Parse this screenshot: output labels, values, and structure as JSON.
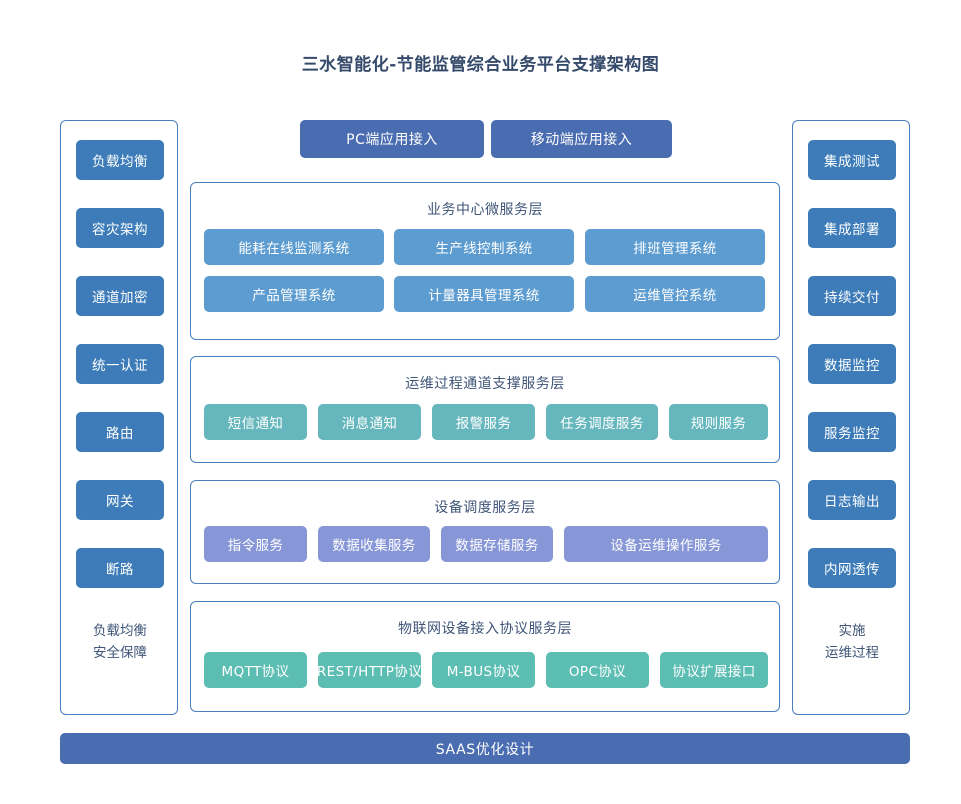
{
  "title": "三水智能化-节能监管综合业务平台支撑架构图",
  "colors": {
    "title_text": "#354a6b",
    "panel_border": "#4a7fc0",
    "rail_chip": "#3d7cb8",
    "access_button": "#4a6cb0",
    "business_chip": "#5d9cd0",
    "ops_chip": "#65b7bd",
    "device_chip": "#8796d6",
    "iot_chip": "#5cbdb3",
    "saas_bar": "#4a6cb0"
  },
  "access": {
    "pc": "PC端应用接入",
    "mobile": "移动端应用接入"
  },
  "left_rail": {
    "chips": [
      {
        "label": "负载均衡"
      },
      {
        "label": "容灾架构"
      },
      {
        "label": "通道加密"
      },
      {
        "label": "统一认证"
      },
      {
        "label": "路由"
      },
      {
        "label": "网关"
      },
      {
        "label": "断路"
      }
    ],
    "footer": [
      "负载均衡",
      "安全保障"
    ]
  },
  "right_rail": {
    "chips": [
      {
        "label": "集成测试"
      },
      {
        "label": "集成部署"
      },
      {
        "label": "持续交付"
      },
      {
        "label": "数据监控"
      },
      {
        "label": "服务监控"
      },
      {
        "label": "日志输出"
      },
      {
        "label": "内网透传"
      }
    ],
    "footer": [
      "实施",
      "运维过程"
    ]
  },
  "layers": {
    "business": {
      "title": "业务中心微服务层",
      "row1": [
        {
          "label": "能耗在线监测系统"
        },
        {
          "label": "生产线控制系统"
        },
        {
          "label": "排班管理系统"
        }
      ],
      "row2": [
        {
          "label": "产品管理系统"
        },
        {
          "label": "计量器具管理系统"
        },
        {
          "label": "运维管控系统"
        }
      ]
    },
    "ops": {
      "title": "运维过程通道支撑服务层",
      "chips": [
        {
          "label": "短信通知"
        },
        {
          "label": "消息通知"
        },
        {
          "label": "报警服务"
        },
        {
          "label": "任务调度服务"
        },
        {
          "label": "规则服务"
        }
      ]
    },
    "device": {
      "title": "设备调度服务层",
      "chips": [
        {
          "label": "指令服务"
        },
        {
          "label": "数据收集服务"
        },
        {
          "label": "数据存储服务"
        },
        {
          "label": "设备运维操作服务"
        }
      ]
    },
    "iot": {
      "title": "物联网设备接入协议服务层",
      "chips": [
        {
          "label": "MQTT协议"
        },
        {
          "label": "REST/HTTP协议"
        },
        {
          "label": "M-BUS协议"
        },
        {
          "label": "OPC协议"
        },
        {
          "label": "协议扩展接口"
        }
      ]
    }
  },
  "saas_bar": {
    "label": "SAAS优化设计"
  }
}
